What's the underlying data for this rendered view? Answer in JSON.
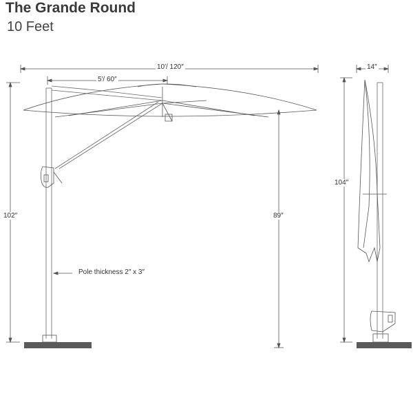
{
  "header": {
    "title": "The Grande Round",
    "subtitle": "10 Feet"
  },
  "dimensions": {
    "canopy_width": "10′/ 120″",
    "half_width": "5′/ 60″",
    "total_height": "102″",
    "clearance_height": "89″",
    "pole_note": "Pole thickness 2″ x 3″",
    "closed_width": "14″",
    "closed_height": "104″"
  },
  "colors": {
    "line": "#555555",
    "base": "#5a5a5a"
  }
}
